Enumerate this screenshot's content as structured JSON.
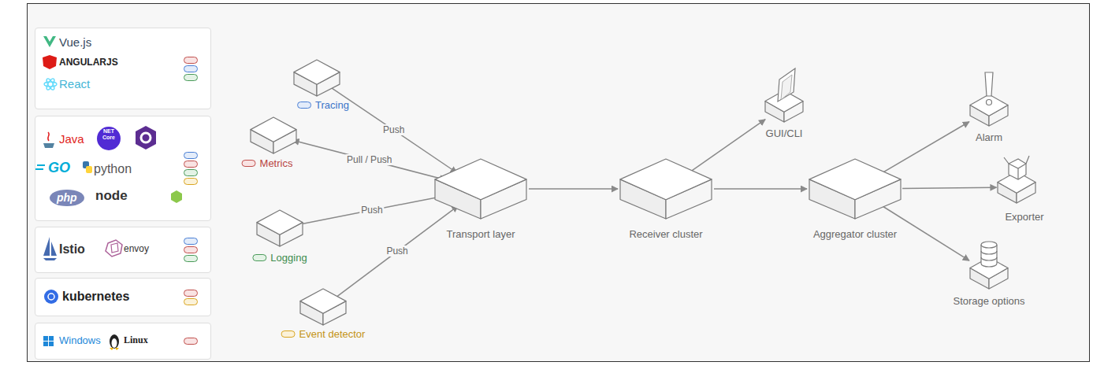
{
  "diagram": {
    "nodes": [
      {
        "text": [
          "Vue.js",
          "ANGULARJS",
          "React"
        ]
      },
      {
        "text": [
          "Java",
          "NET Core",
          "GO",
          "python",
          "php",
          "node"
        ]
      },
      {
        "text": [
          "Istio",
          "envoy"
        ]
      },
      {
        "text": [
          "kubernetes"
        ]
      },
      {
        "text": [
          "Windows",
          "Linux"
        ]
      },
      {
        "text": [
          "Tracing"
        ]
      },
      {
        "text": [
          "Metrics"
        ]
      },
      {
        "text": [
          "Logging"
        ]
      },
      {
        "text": [
          "Event detector"
        ]
      },
      {
        "text": [
          "Transport layer"
        ]
      },
      {
        "text": [
          "Receiver cluster"
        ]
      },
      {
        "text": [
          "GUI/CLI"
        ]
      },
      {
        "text": [
          "Aggregator cluster"
        ]
      },
      {
        "text": [
          "Alarm"
        ]
      },
      {
        "text": [
          "Exporter"
        ]
      },
      {
        "text": [
          "Storage options"
        ]
      }
    ],
    "edges": [
      {
        "from": 5,
        "to": 9,
        "label": "Push",
        "arrow": "to"
      },
      {
        "from": 6,
        "to": 9,
        "label": "Pull / Push",
        "arrow": "both"
      },
      {
        "from": 7,
        "to": 9,
        "label": "Push",
        "arrow": "to"
      },
      {
        "from": 8,
        "to": 9,
        "label": "Push",
        "arrow": "to"
      },
      {
        "from": 9,
        "to": 10,
        "arrow": "to"
      },
      {
        "from": 10,
        "to": 11,
        "arrow": "to"
      },
      {
        "from": 10,
        "to": 12,
        "arrow": "to"
      },
      {
        "from": 12,
        "to": 13,
        "arrow": "to"
      },
      {
        "from": 12,
        "to": 14,
        "arrow": "to"
      },
      {
        "from": 12,
        "to": 15,
        "arrow": "to"
      }
    ]
  }
}
